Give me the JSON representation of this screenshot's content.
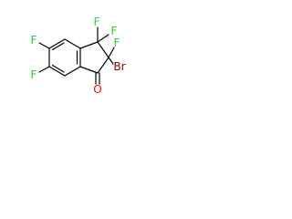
{
  "molecule": {
    "atoms": {
      "f_c3_upper": {
        "text": "F",
        "color": "#32cd32"
      },
      "f_c3_right": {
        "text": "F",
        "color": "#32cd32"
      },
      "f_c2": {
        "text": "F",
        "color": "#32cd32"
      },
      "br_c2": {
        "text": "Br",
        "color": "#8b0000"
      },
      "o_carbonyl": {
        "text": "O",
        "color": "#ff0000"
      },
      "f_c5": {
        "text": "F",
        "color": "#32cd32"
      },
      "f_c6": {
        "text": "F",
        "color": "#32cd32"
      }
    },
    "bond_color": "#000000"
  }
}
